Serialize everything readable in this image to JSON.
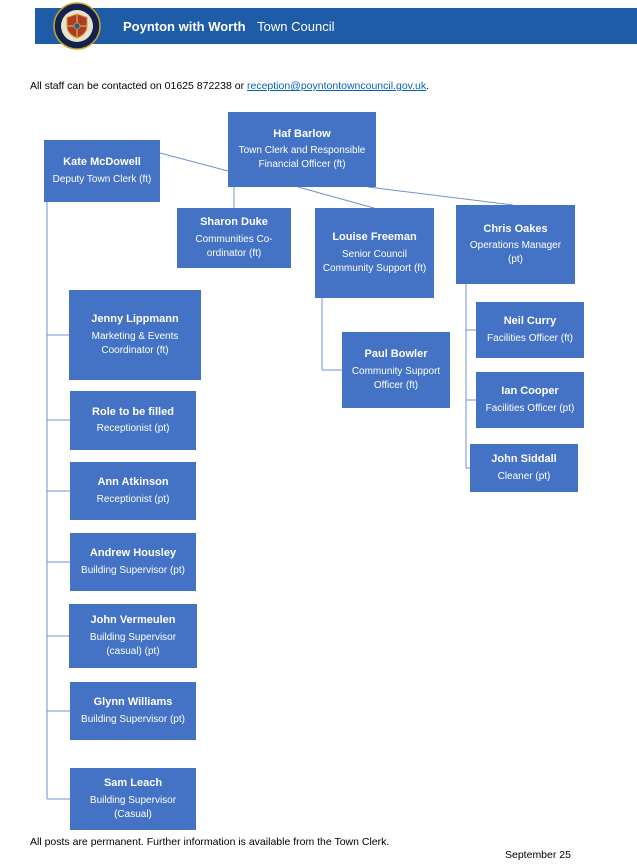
{
  "header": {
    "title_primary": "Poynton with Worth",
    "title_secondary": "Town Council"
  },
  "contact": {
    "text_before": "All staff can be contacted on ",
    "phone": "01625 872238",
    "text_mid": " or ",
    "email": "reception@poyntontowncouncil.gov.uk",
    "text_after": "."
  },
  "nodes": {
    "haf": {
      "name": "Haf Barlow",
      "role": "Town Clerk and Responsible Financial Officer (ft)"
    },
    "kate": {
      "name": "Kate McDowell",
      "role": "Deputy Town Clerk (ft)"
    },
    "sharon": {
      "name": "Sharon Duke",
      "role": "Communities Co-ordinator (ft)"
    },
    "louise": {
      "name": "Louise Freeman",
      "role": "Senior Council Community Support (ft)"
    },
    "chris": {
      "name": "Chris Oakes",
      "role": "Operations Manager (pt)"
    },
    "jenny": {
      "name": "Jenny Lippmann",
      "role": "Marketing & Events Coordinator (ft)"
    },
    "vacant": {
      "name": "Role to be filled",
      "role": "Receptionist (pt)"
    },
    "ann": {
      "name": "Ann Atkinson",
      "role": "Receptionist (pt)"
    },
    "andrew": {
      "name": "Andrew Housley",
      "role": "Building Supervisor (pt)"
    },
    "johnv": {
      "name": "John Vermeulen",
      "role": "Building Supervisor (casual) (pt)"
    },
    "glynn": {
      "name": "Glynn Williams",
      "role": "Building Supervisor (pt)"
    },
    "sam": {
      "name": "Sam Leach",
      "role": "Building Supervisor (Casual)"
    },
    "paul": {
      "name": "Paul Bowler",
      "role": "Community Support Officer (ft)"
    },
    "neil": {
      "name": "Neil Curry",
      "role": "Facilities Officer (ft)"
    },
    "ian": {
      "name": "Ian Cooper",
      "role": "Facilities Officer (pt)"
    },
    "johns": {
      "name": "John Siddall",
      "role": "Cleaner (pt)"
    }
  },
  "edges": [
    {
      "from": "Haf Barlow",
      "to": "Kate McDowell"
    },
    {
      "from": "Haf Barlow",
      "to": "Sharon Duke"
    },
    {
      "from": "Haf Barlow",
      "to": "Louise Freeman"
    },
    {
      "from": "Haf Barlow",
      "to": "Chris Oakes"
    },
    {
      "from": "Kate McDowell",
      "to": "Jenny Lippmann"
    },
    {
      "from": "Kate McDowell",
      "to": "Role to be filled"
    },
    {
      "from": "Kate McDowell",
      "to": "Ann Atkinson"
    },
    {
      "from": "Kate McDowell",
      "to": "Andrew Housley"
    },
    {
      "from": "Kate McDowell",
      "to": "John Vermeulen"
    },
    {
      "from": "Kate McDowell",
      "to": "Glynn Williams"
    },
    {
      "from": "Kate McDowell",
      "to": "Sam Leach"
    },
    {
      "from": "Louise Freeman",
      "to": "Paul Bowler"
    },
    {
      "from": "Chris Oakes",
      "to": "Neil Curry"
    },
    {
      "from": "Chris Oakes",
      "to": "Ian Cooper"
    },
    {
      "from": "Chris Oakes",
      "to": "John Siddall"
    }
  ],
  "footer": {
    "note": "All posts are permanent. Further information is available from the Town Clerk.",
    "date": "September 25"
  },
  "colors": {
    "header_bar": "#1E5CA8",
    "node_fill": "#4472C4",
    "connector": "#6E93CF",
    "link": "#0563C1"
  }
}
